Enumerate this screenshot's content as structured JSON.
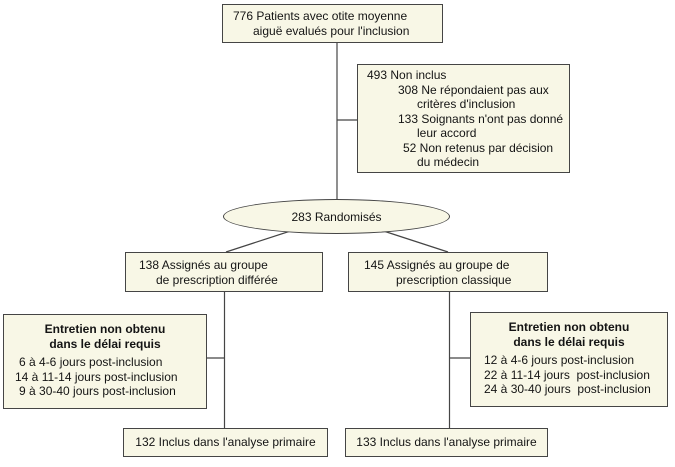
{
  "diagram": {
    "assessed_box": {
      "lines": [
        "776 Patients avec otite moyenne",
        "aiguë evalués pour l'inclusion"
      ]
    },
    "excluded_box": {
      "lines": [
        "493 Non inclus",
        "308 Ne répondaient pas aux",
        "critères d'inclusion",
        "133 Soignants n'ont pas donné",
        "leur accord",
        "52 Non retenus par décision",
        "du médecin"
      ]
    },
    "randomised_ellipse": {
      "label": "283 Randomisés"
    },
    "left_group_box": {
      "lines": [
        "138 Assignés au groupe",
        "de prescription différée"
      ]
    },
    "right_group_box": {
      "lines": [
        "145 Assignés au groupe de",
        "prescription classique"
      ]
    },
    "left_followup_box": {
      "header": [
        "Entretien non obtenu",
        "dans le délai requis"
      ],
      "lines": [
        "6 à 4-6 jours post-inclusion",
        "14 à 11-14 jours post-inclusion",
        "9 à 30-40 jours post-inclusion"
      ]
    },
    "right_followup_box": {
      "header": [
        "Entretien non obtenu",
        "dans le délai requis"
      ],
      "lines": [
        "12 à 4-6 jours post-inclusion",
        "22 à 11-14 jours  post-inclusion",
        "24 à 30-40 jours  post-inclusion"
      ]
    },
    "left_analysis_box": {
      "label": "132 Inclus dans l'analyse primaire"
    },
    "right_analysis_box": {
      "label": "133 Inclus dans l'analyse primaire"
    },
    "colors": {
      "box_fill": "#f8f7e6",
      "box_border": "#454545",
      "connector_line": "#454545",
      "background": "#ffffff",
      "text": "#141414"
    }
  }
}
